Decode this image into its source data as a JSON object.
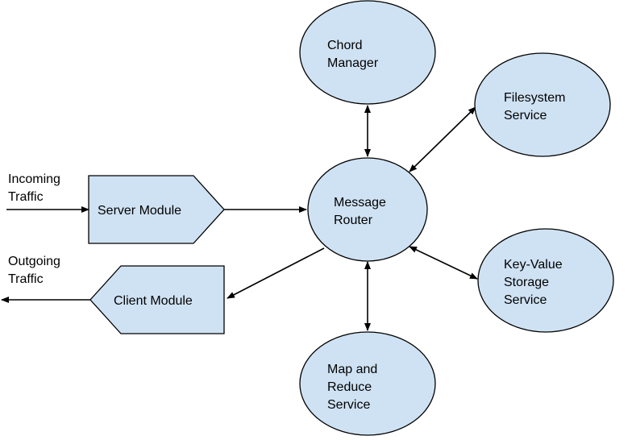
{
  "nodes": {
    "chord_manager": {
      "lines": [
        "Chord",
        "Manager"
      ]
    },
    "filesystem_service": {
      "lines": [
        "Filesystem",
        "Service"
      ]
    },
    "message_router": {
      "lines": [
        "Message",
        "Router"
      ]
    },
    "key_value_service": {
      "lines": [
        "Key-Value",
        "Storage",
        "Service"
      ]
    },
    "map_reduce_service": {
      "lines": [
        "Map and",
        "Reduce",
        "Service"
      ]
    },
    "server_module": {
      "lines": [
        "Server Module"
      ]
    },
    "client_module": {
      "lines": [
        "Client Module"
      ]
    }
  },
  "labels": {
    "incoming": [
      "Incoming",
      "Traffic"
    ],
    "outgoing": [
      "Outgoing",
      "Traffic"
    ]
  },
  "colors": {
    "node_fill": "#cfe2f3",
    "stroke": "#000000"
  }
}
